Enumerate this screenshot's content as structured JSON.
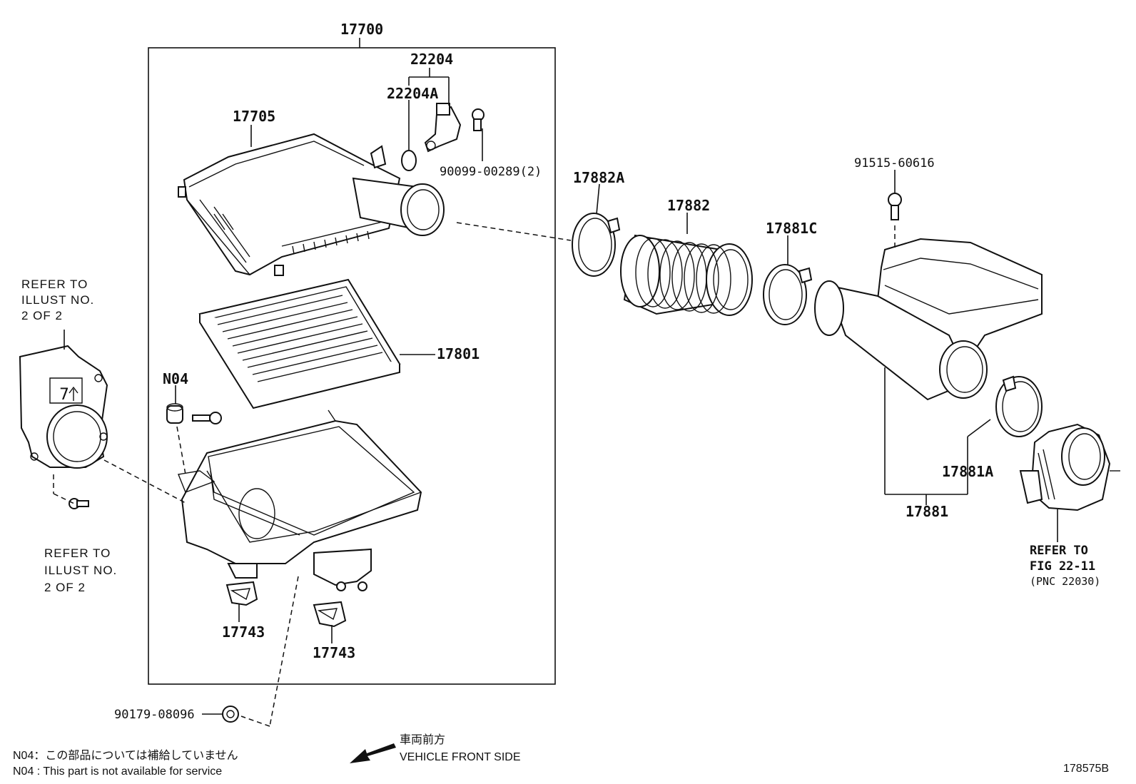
{
  "figure_id": "178575B",
  "labels": {
    "assembly": "17700",
    "sensor": "22204",
    "sensor_a": "22204A",
    "cap": "17705",
    "screw_a": "90099-00289(2)",
    "clamp_a": "17882A",
    "hose": "17882",
    "clamp_c": "17881C",
    "bolt": "91515-60616",
    "element": "17801",
    "n04": "N04",
    "duct_clamp": "17881A",
    "duct": "17881",
    "pad1": "17743",
    "pad2": "17743",
    "nut": "90179-08096"
  },
  "refs": {
    "left_top": [
      "REFER TO",
      "ILLUST NO.",
      "2 OF 2"
    ],
    "left_bottom": [
      "REFER TO",
      "ILLUST NO.",
      "2 OF 2"
    ],
    "right": [
      "REFER TO",
      "FIG 22-11",
      "(PNC 22030)"
    ]
  },
  "notes": {
    "direction_jp": "車両前方",
    "direction_en": "VEHICLE FRONT SIDE",
    "n04_jp": "N04：この部品については補給していません",
    "n04_en": "N04 : This part is not available for service"
  }
}
